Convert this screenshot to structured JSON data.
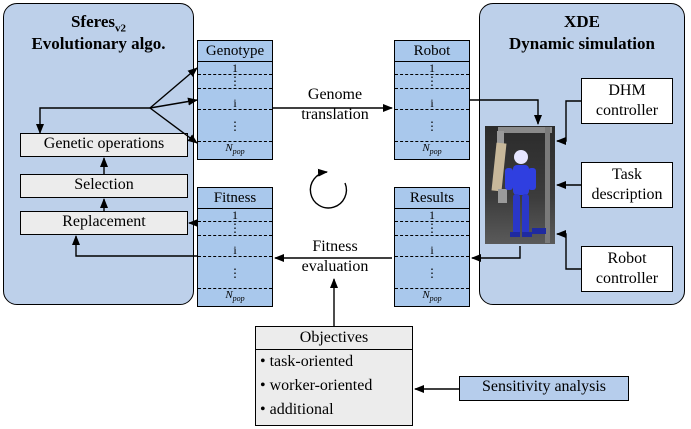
{
  "left_panel": {
    "title_prefix": "Sferes",
    "title_sub": "v2",
    "title_line2": "Evolutionary algo."
  },
  "right_panel": {
    "title_line1": "XDE",
    "title_line2": "Dynamic simulation"
  },
  "ops": {
    "genetic": "Genetic operations",
    "selection": "Selection",
    "replacement": "Replacement"
  },
  "columns": {
    "genotype": "Genotype",
    "robot": "Robot",
    "fitness": "Fitness",
    "results": "Results",
    "rows": [
      "1",
      "i"
    ],
    "npop_main": "N",
    "npop_sub": "pop"
  },
  "center": {
    "translation_1": "Genome",
    "translation_2": "translation",
    "evaluation_1": "Fitness",
    "evaluation_2": "evaluation"
  },
  "right_boxes": {
    "dhm_1": "DHM",
    "dhm_2": "controller",
    "task_1": "Task",
    "task_2": "description",
    "robot_1": "Robot",
    "robot_2": "controller"
  },
  "objectives": {
    "title": "Objectives",
    "items": [
      "task-oriented",
      "worker-oriented",
      "additional"
    ],
    "bullet": "•"
  },
  "sensitivity": "Sensitivity analysis",
  "colors": {
    "panel": "#bdd0ea",
    "column": "#a9c8ec",
    "grey_box": "#ececec",
    "sensitivity": "#b6cdec"
  }
}
